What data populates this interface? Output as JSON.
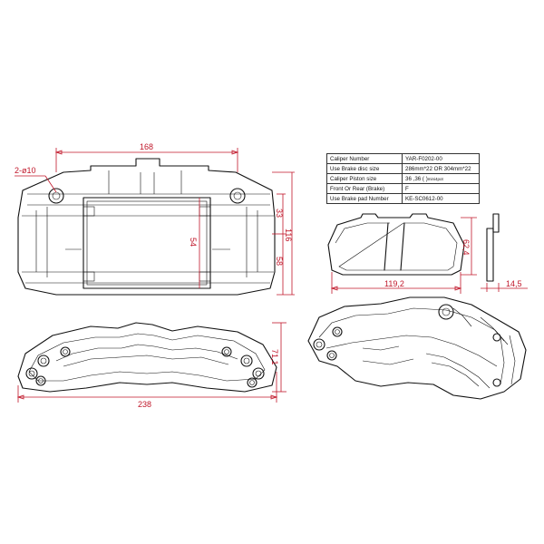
{
  "dimensions": {
    "top_width": "168",
    "holes": "2-ø10",
    "inner_height": "54",
    "upper_height": "33",
    "total_height": "116",
    "lower_height": "58",
    "pad_width": "119,2",
    "pad_height": "62,4",
    "pad_thickness": "14,5",
    "side_height": "71,1",
    "side_width": "238"
  },
  "spec_table": [
    {
      "label": "Caliper Number",
      "value": "YAR-F0202-00"
    },
    {
      "label": "Use Brake disc  size",
      "value": "286mm*22 OR 304mm*22"
    },
    {
      "label": "Caliper Piston size",
      "value": "36 ,36 ( )"
    },
    {
      "label": "Front Or Rear (Brake)",
      "value": "F"
    },
    {
      "label": "Use Brake  pad Number",
      "value": "KE-SC0612-00"
    }
  ],
  "spec_table_note": "mini4pot"
}
